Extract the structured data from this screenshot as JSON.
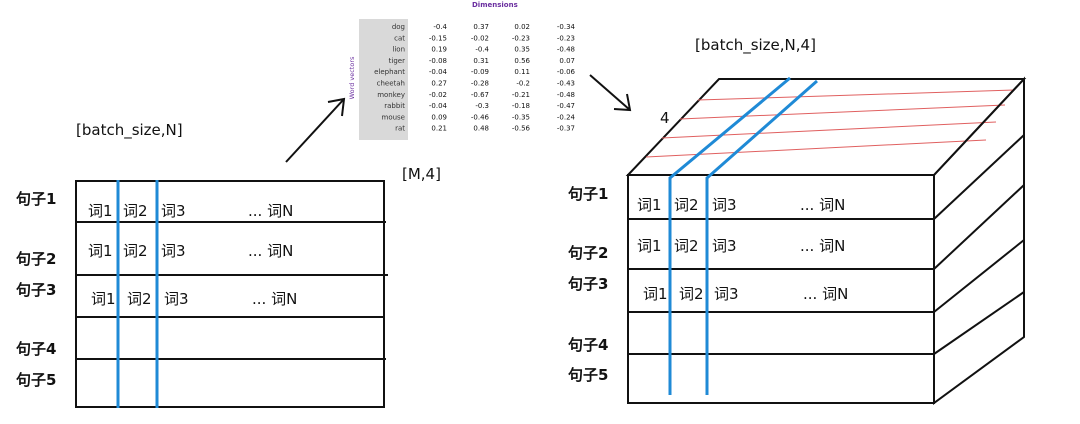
{
  "left_matrix": {
    "shape_label": "[batch_size,N]",
    "rows": [
      "句子1",
      "句子2",
      "句子3",
      "句子4",
      "句子5"
    ],
    "cells": [
      [
        "词1",
        "词2",
        "词3",
        "... 词N"
      ],
      [
        "词1",
        "词2",
        "词3",
        "... 词N"
      ],
      [
        "词1",
        "词2",
        "词3",
        "... 词N"
      ]
    ]
  },
  "embedding": {
    "shape_label": "[M,4]",
    "title": "Dimensions",
    "axis_label": "Word vectors",
    "words": [
      "dog",
      "cat",
      "lion",
      "tiger",
      "elephant",
      "cheetah",
      "monkey",
      "rabbit",
      "mouse",
      "rat"
    ],
    "values": [
      [
        "-0.4",
        "0.37",
        "0.02",
        "-0.34"
      ],
      [
        "-0.15",
        "-0.02",
        "-0.23",
        "-0.23"
      ],
      [
        "0.19",
        "-0.4",
        "0.35",
        "-0.48"
      ],
      [
        "-0.08",
        "0.31",
        "0.56",
        "0.07"
      ],
      [
        "-0.04",
        "-0.09",
        "0.11",
        "-0.06"
      ],
      [
        "0.27",
        "-0.28",
        "-0.2",
        "-0.43"
      ],
      [
        "-0.02",
        "-0.67",
        "-0.21",
        "-0.48"
      ],
      [
        "-0.04",
        "-0.3",
        "-0.18",
        "-0.47"
      ],
      [
        "0.09",
        "-0.46",
        "-0.35",
        "-0.24"
      ],
      [
        "0.21",
        "0.48",
        "-0.56",
        "-0.37"
      ]
    ],
    "column_colors": [
      "#c08a00",
      "#2e8b2e",
      "#c0392b",
      "#2f5da8"
    ]
  },
  "right_tensor": {
    "shape_label": "[batch_size,N,4]",
    "depth_label": "4",
    "rows": [
      "句子1",
      "句子2",
      "句子3",
      "句子4",
      "句子5"
    ],
    "cells": [
      [
        "词1",
        "词2",
        "词3",
        "... 词N"
      ],
      [
        "词1",
        "词2",
        "词3",
        "... 词N"
      ],
      [
        "词1",
        "词2",
        "词3",
        "... 词N"
      ]
    ]
  },
  "colors": {
    "ink": "#111111",
    "highlight": "#1f8ad6",
    "depth_lines": "#e06060"
  }
}
